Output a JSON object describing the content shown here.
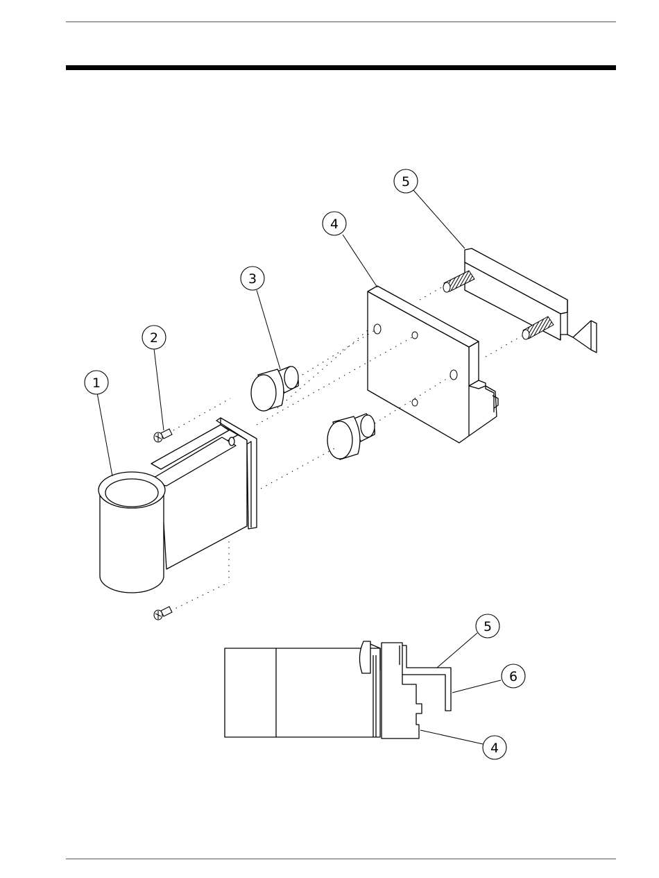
{
  "callouts": {
    "c1": "1",
    "c2": "2",
    "c3": "3",
    "c4": "4",
    "c5": "5",
    "side_c5": "5",
    "side_c6": "6",
    "side_c4": "4"
  }
}
